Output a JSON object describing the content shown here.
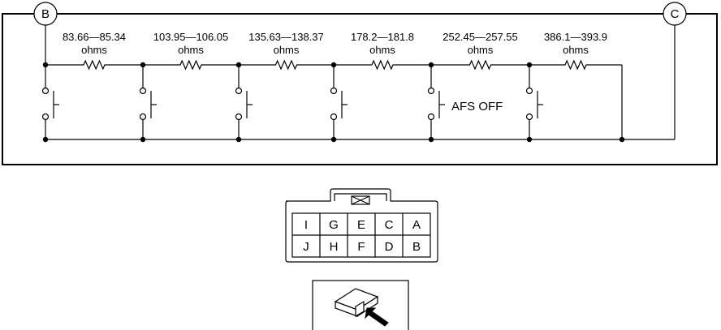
{
  "terminals": {
    "left": "B",
    "right": "C"
  },
  "resistors": [
    {
      "range": "83.66—85.34",
      "unit": "ohms"
    },
    {
      "range": "103.95—106.05",
      "unit": "ohms"
    },
    {
      "range": "135.63—138.37",
      "unit": "ohms"
    },
    {
      "range": "178.2—181.8",
      "unit": "ohms"
    },
    {
      "range": "252.45—257.55",
      "unit": "ohms"
    },
    {
      "range": "386.1—393.9",
      "unit": "ohms"
    }
  ],
  "afs_switch_label": "AFS OFF",
  "connector": {
    "top_row": [
      "I",
      "G",
      "E",
      "C",
      "A"
    ],
    "bottom_row": [
      "J",
      "H",
      "F",
      "D",
      "B"
    ]
  }
}
